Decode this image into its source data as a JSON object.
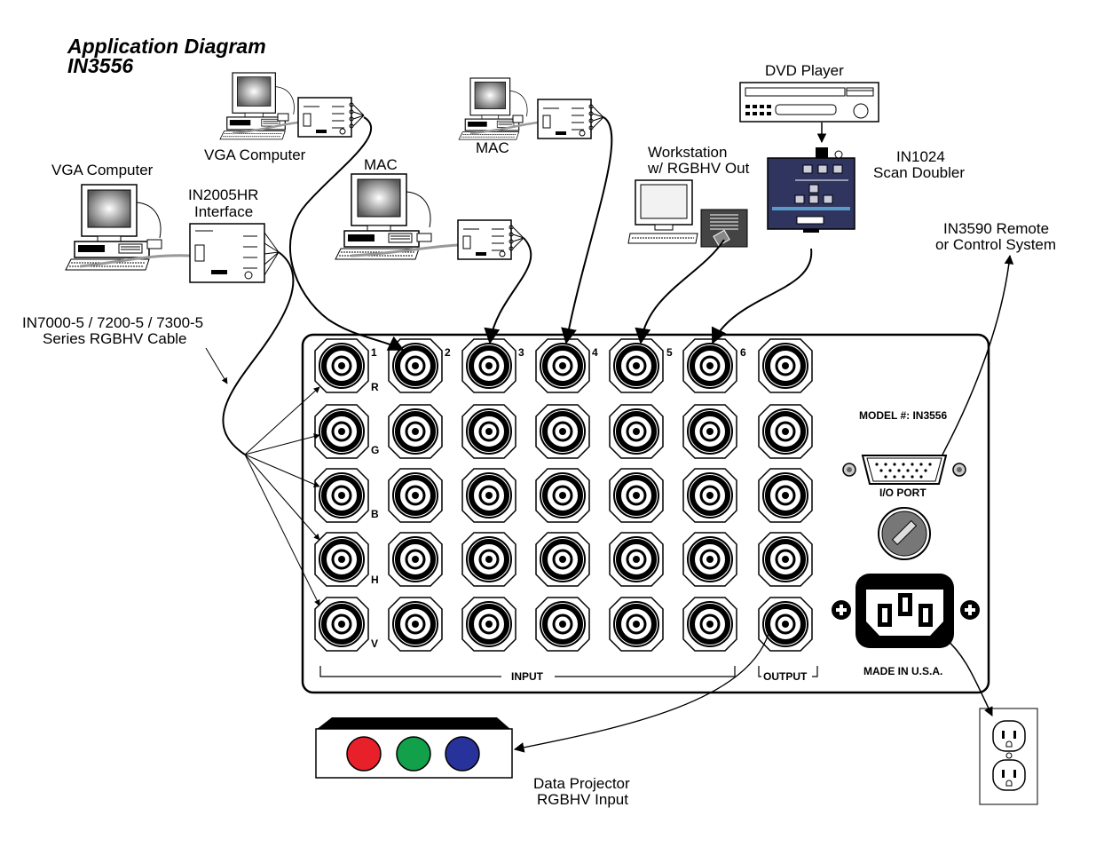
{
  "header": {
    "title_line1": "Application Diagram",
    "title_line2": "IN3556"
  },
  "labels": {
    "vga_computer_left": "VGA Computer",
    "vga_computer_top": "VGA Computer",
    "mac_middle": "MAC",
    "mac_top": "MAC",
    "in2005hr_line1": "IN2005HR",
    "in2005hr_line2": "Interface",
    "workstation_line1": "Workstation",
    "workstation_line2": "w/ RGBHV Out",
    "dvd_player": "DVD Player",
    "in1024_line1": "IN1024",
    "in1024_line2": "Scan Doubler",
    "remote_line1": "IN3590 Remote",
    "remote_line2": "or Control System",
    "cable_line1": "IN7000-5 / 7200-5 / 7300-5",
    "cable_line2": "Series RGBHV Cable",
    "projector_line1": "Data Projector",
    "projector_line2": "RGBHV Input"
  },
  "panel": {
    "column_numbers": [
      "1",
      "2",
      "3",
      "4",
      "5",
      "6"
    ],
    "row_letters": [
      "R",
      "G",
      "B",
      "H",
      "V"
    ],
    "model": "MODEL #: IN3556",
    "io_port": "I/O PORT",
    "made_in": "MADE IN U.S.A.",
    "input_label": "INPUT",
    "output_label": "OUTPUT"
  },
  "colors": {
    "projector_red": "#e8202a",
    "projector_green": "#12a04a",
    "projector_blue": "#27339a"
  }
}
